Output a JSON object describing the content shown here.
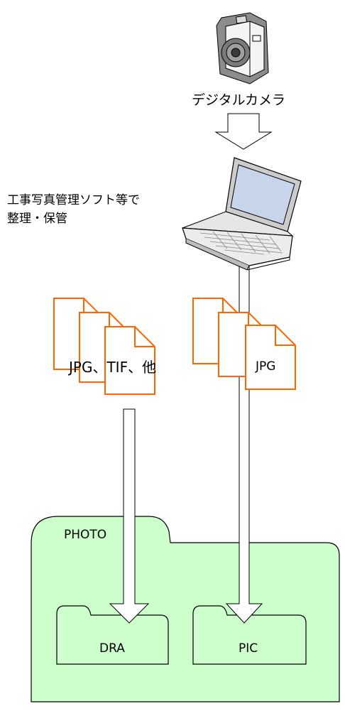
{
  "camera": {
    "label": "デジタルカメラ",
    "icon": "camera-icon"
  },
  "laptop": {
    "icon": "laptop-icon"
  },
  "software_note": {
    "line1": "工事写真管理ソフト等で",
    "line2": "整理・保管"
  },
  "left_files": {
    "label": "JPG、TIF、他",
    "icon": "document-stack-icon"
  },
  "right_files": {
    "label": "JPG",
    "icon": "document-stack-icon"
  },
  "photo_folder": {
    "label": "PHOTO",
    "color": "#ccffcc",
    "icon": "folder-icon"
  },
  "dra_folder": {
    "label": "DRA",
    "color": "#ccffcc",
    "icon": "folder-icon"
  },
  "pic_folder": {
    "label": "PIC",
    "color": "#ccffcc",
    "icon": "folder-icon"
  },
  "colors": {
    "file_stroke": "#ff6600",
    "folder_fill": "#ccffcc"
  }
}
